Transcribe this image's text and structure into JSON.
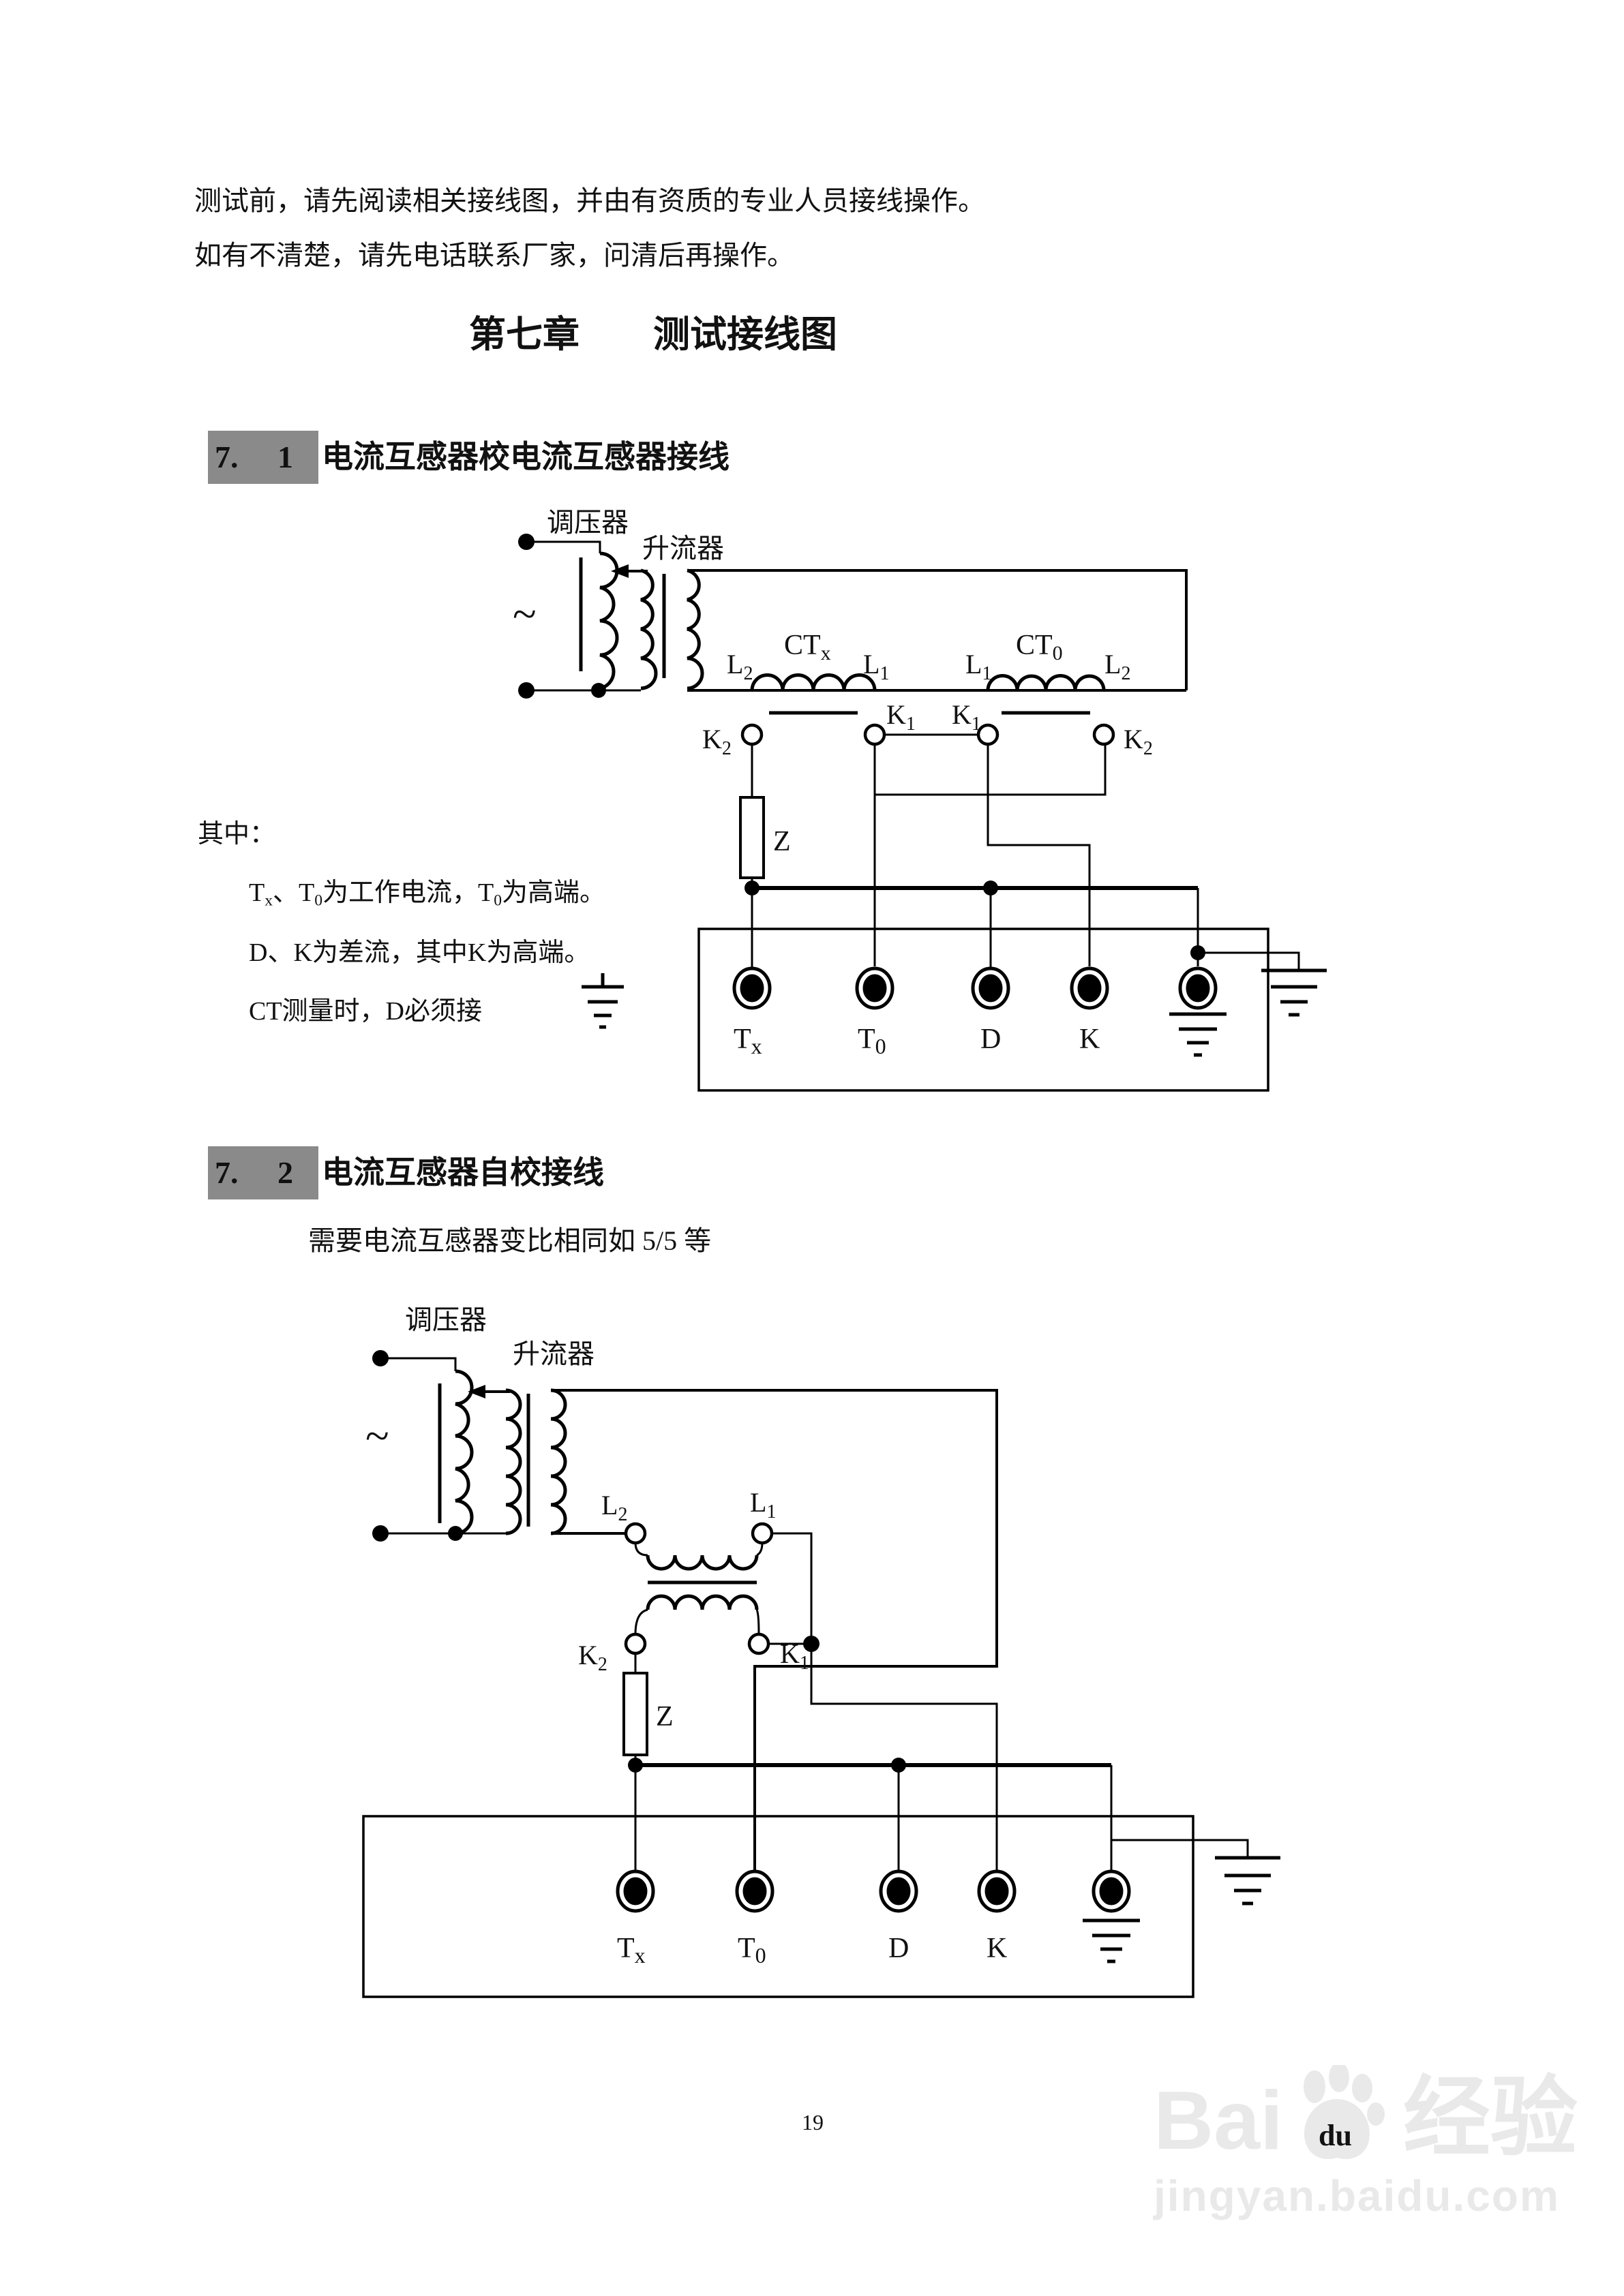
{
  "intro": {
    "line1": "测试前，请先阅读相关接线图，并由有资质的专业人员接线操作。",
    "line2": "如有不清楚，请先电话联系厂家，问清后再操作。"
  },
  "chapter": {
    "title": "第七章　　测试接线图"
  },
  "sections": [
    {
      "num": "7.　 1",
      "title": "电流互感器校电流互感器接线"
    },
    {
      "num": "7.　 2",
      "title": "电流互感器自校接线",
      "subtitle": "需要电流互感器变比相同如 5/5 等"
    }
  ],
  "notes": {
    "intro": "其中：",
    "line1": [
      {
        "t": "T"
      },
      {
        "t": "x",
        "s": 1
      },
      {
        "t": "、T"
      },
      {
        "t": "0",
        "s": 1
      },
      {
        "t": "为工作电流，T"
      },
      {
        "t": "0",
        "s": 1
      },
      {
        "t": "为高端。"
      }
    ],
    "line2": "D、K为差流，其中K为高端。",
    "line3": "CT测量时，D必须接"
  },
  "labels": {
    "regulator": "调压器",
    "booster": "升流器",
    "ac": "~",
    "Z": "Z",
    "L1": {
      "base": "L",
      "sub": "1"
    },
    "L2": {
      "base": "L",
      "sub": "2"
    },
    "K1": {
      "base": "K",
      "sub": "1"
    },
    "K2": {
      "base": "K",
      "sub": "2"
    },
    "CTx": {
      "base": "CT",
      "sub": "x"
    },
    "CT0": {
      "base": "CT",
      "sub": "0"
    }
  },
  "terminals": {
    "Tx": {
      "base": "T",
      "sub": "x"
    },
    "T0": {
      "base": "T",
      "sub": "0"
    },
    "D": "D",
    "K": "K"
  },
  "footer": {
    "page": "19"
  },
  "watermark": {
    "brand_latin1": "Bai",
    "brand_latin2": "du",
    "brand_cn": "经验",
    "url": "jingyan.baidu.com"
  },
  "colors": {
    "ink": "#111111",
    "section_box": "#8a8a8a",
    "watermark": "#e9e9e9"
  }
}
